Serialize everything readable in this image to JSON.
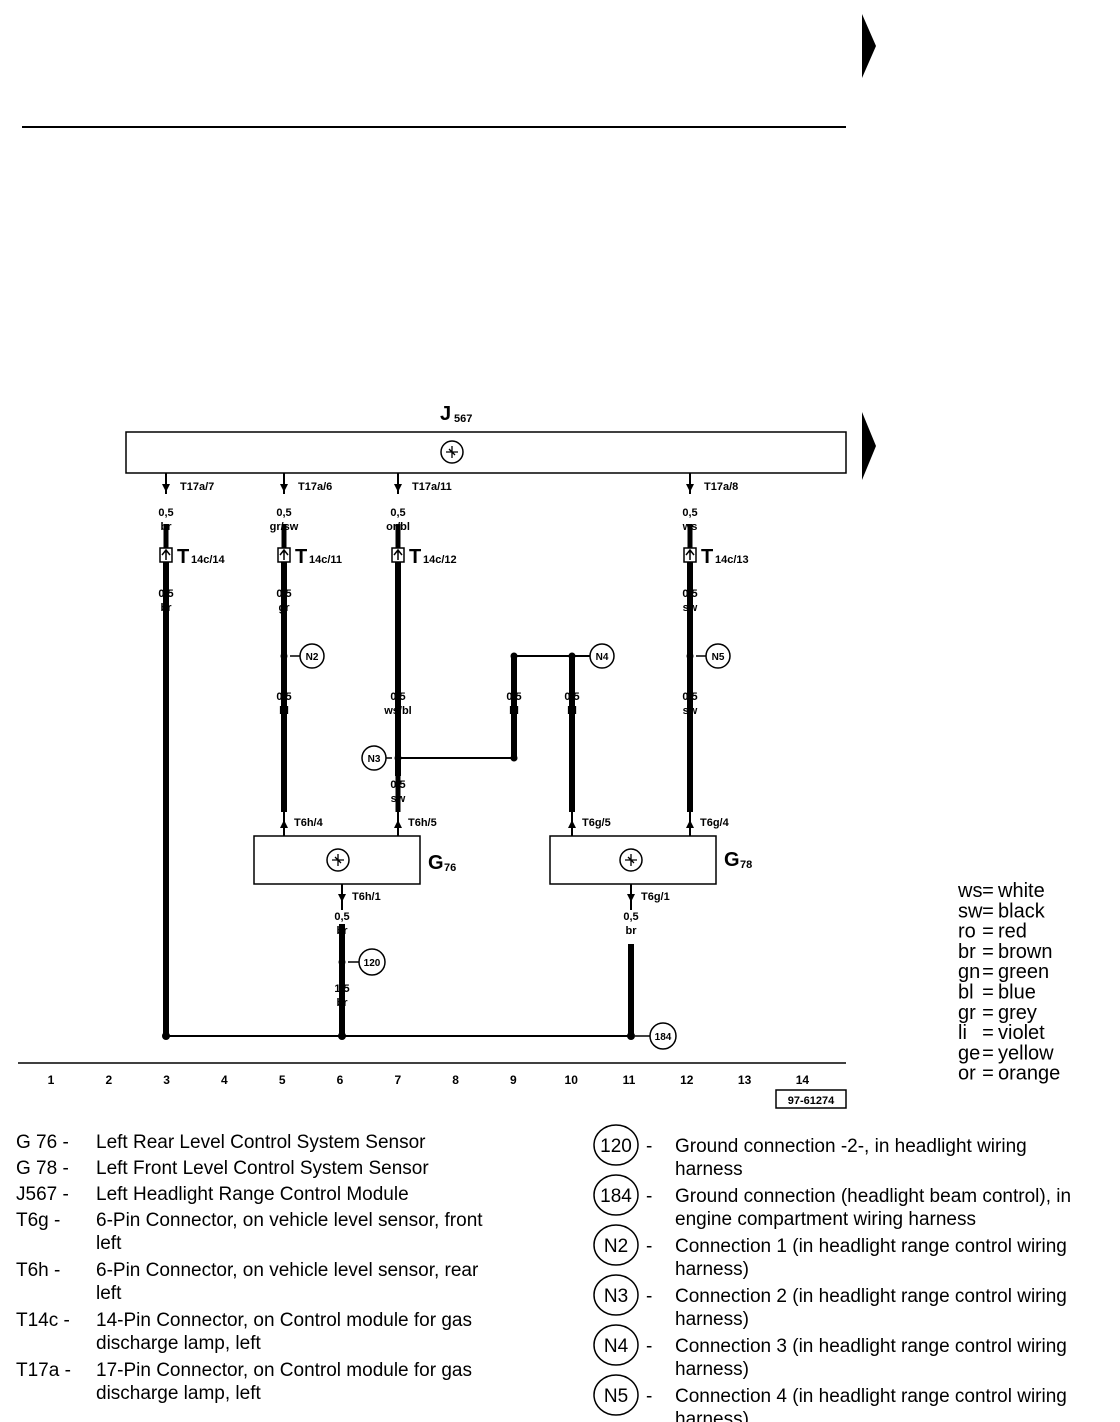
{
  "modules": {
    "j567": {
      "code": "J",
      "sub": "567"
    },
    "g76": {
      "code": "G",
      "sub": "76"
    },
    "g78": {
      "code": "G",
      "sub": "78"
    }
  },
  "pins": {
    "t17a_7": "T17a/7",
    "t17a_6": "T17a/6",
    "t17a_11": "T17a/11",
    "t17a_8": "T17a/8",
    "t14c_14": "14c/14",
    "t14c_11": "14c/11",
    "t14c_12": "14c/12",
    "t14c_13": "14c/13",
    "t_prefix": "T",
    "t6h_4": "T6h/4",
    "t6h_5": "T6h/5",
    "t6g_5": "T6g/5",
    "t6g_4": "T6g/4",
    "t6h_1": "T6h/1",
    "t6g_1": "T6g/1"
  },
  "wires": {
    "w3a": [
      "0,5",
      "br"
    ],
    "w3b": [
      "0,5",
      "br"
    ],
    "w5a": [
      "0,5",
      "gr/sw"
    ],
    "w5b": [
      "0,5",
      "gr"
    ],
    "w5c": [
      "0,5",
      "bl"
    ],
    "w7a": [
      "0,5",
      "or/bl"
    ],
    "w7b": [
      "0,5",
      "ws/bl"
    ],
    "w7c": [
      "0,5",
      "sw"
    ],
    "w9": [
      "0,5",
      "bl"
    ],
    "w10": [
      "0,5",
      "bl"
    ],
    "w12a": [
      "0,5",
      "ws"
    ],
    "w12b": [
      "0,5",
      "sw"
    ],
    "w12c": [
      "0,5",
      "sw"
    ],
    "w6a": [
      "0,5",
      "br"
    ],
    "w6b": [
      "1,5",
      "br"
    ],
    "w11": [
      "0,5",
      "br"
    ]
  },
  "connections": {
    "n2": "N2",
    "n3": "N3",
    "n4": "N4",
    "n5": "N5",
    "g120": "120",
    "g184": "184"
  },
  "columns": [
    "1",
    "2",
    "3",
    "4",
    "5",
    "6",
    "7",
    "8",
    "9",
    "10",
    "11",
    "12",
    "13",
    "14"
  ],
  "ref_number": "97-61274",
  "color_legend": [
    {
      "code": "ws",
      "name": "white"
    },
    {
      "code": "sw",
      "name": "black"
    },
    {
      "code": "ro",
      "name": "red"
    },
    {
      "code": "br",
      "name": "brown"
    },
    {
      "code": "gn",
      "name": "green"
    },
    {
      "code": "bl",
      "name": "blue"
    },
    {
      "code": "gr",
      "name": "grey"
    },
    {
      "code": "li",
      "name": "violet"
    },
    {
      "code": "ge",
      "name": "yellow"
    },
    {
      "code": "or",
      "name": "orange"
    }
  ],
  "key_left": [
    {
      "code": "G 76 -",
      "lines": [
        "Left Rear Level Control System Sensor"
      ]
    },
    {
      "code": "G 78 -",
      "lines": [
        "Left Front Level Control System Sensor"
      ]
    },
    {
      "code": "J567 -",
      "lines": [
        "Left Headlight Range Control Module"
      ]
    },
    {
      "code": "T6g   -",
      "lines": [
        "6-Pin Connector, on vehicle level sensor, front",
        "left"
      ]
    },
    {
      "code": "T6h   -",
      "lines": [
        "6-Pin Connector, on vehicle level sensor, rear",
        "left"
      ]
    },
    {
      "code": "T14c -",
      "lines": [
        "14-Pin Connector, on Control module for gas",
        "discharge lamp, left"
      ]
    },
    {
      "code": "T17a -",
      "lines": [
        "17-Pin Connector, on Control module for gas",
        "discharge lamp, left"
      ]
    }
  ],
  "key_right": [
    {
      "symbol": "120",
      "lines": [
        "Ground connection -2-, in headlight wiring",
        "harness"
      ]
    },
    {
      "symbol": "184",
      "lines": [
        "Ground connection (headlight beam control), in",
        "engine compartment  wiring harness"
      ]
    },
    {
      "symbol": "N2",
      "lines": [
        "Connection 1 (in headlight range control wiring",
        "harness)"
      ]
    },
    {
      "symbol": "N3",
      "lines": [
        "Connection 2 (in headlight range control wiring",
        "harness)"
      ]
    },
    {
      "symbol": "N4",
      "lines": [
        "Connection 3 (in headlight range control wiring",
        "harness)"
      ]
    },
    {
      "symbol": "N5",
      "lines": [
        "Connection 4 (in headlight range control wiring",
        "harness)"
      ]
    }
  ],
  "key_dash": "-"
}
